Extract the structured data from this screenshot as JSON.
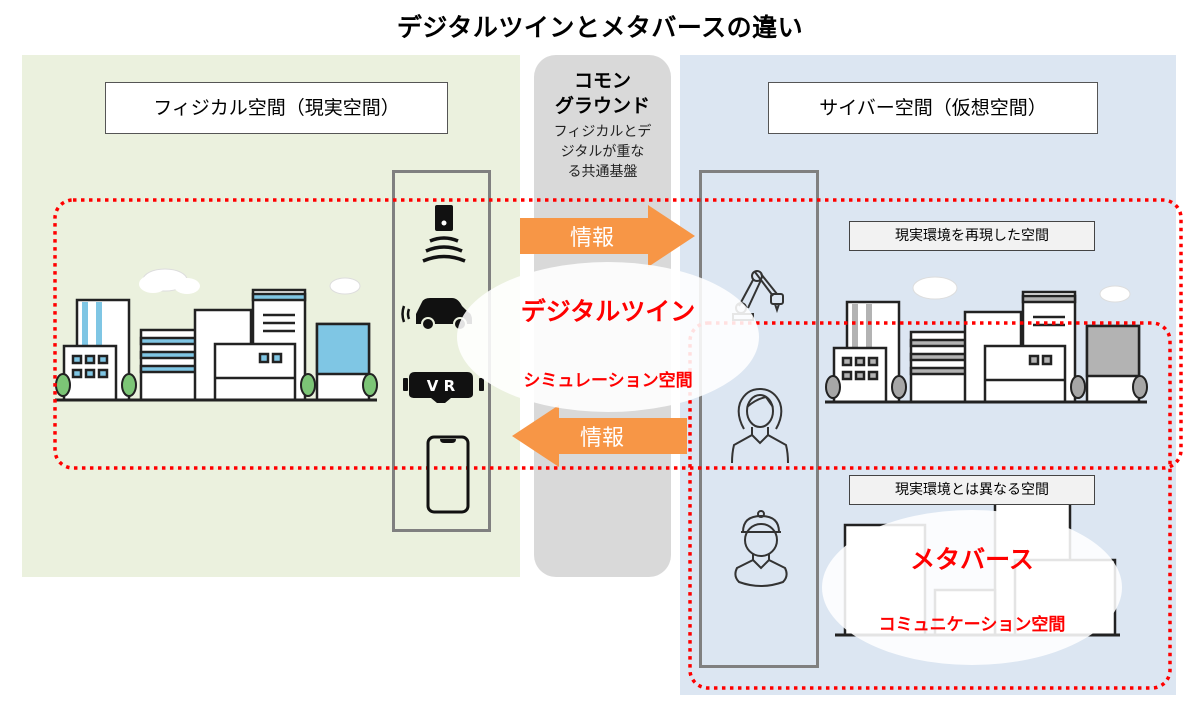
{
  "title": "デジタルツインとメタバースの違い",
  "physical": {
    "label": "フィジカル空間（現実空間）",
    "devices": [
      "sensor-icon",
      "connected-car-icon",
      "vr-headset-icon",
      "smartphone-icon"
    ]
  },
  "common_ground": {
    "heading_line1": "コモン",
    "heading_line2": "グラウンド",
    "desc_line1": "フィジカルとデ",
    "desc_line2": "ジタルが重な",
    "desc_line3": "る共通基盤"
  },
  "cyber": {
    "label": "サイバー空間（仮想空間）",
    "devices": [
      "robot-arm-icon",
      "woman-avatar-icon",
      "man-avatar-icon"
    ],
    "reproduced_label": "現実環境を再現した空間",
    "different_label": "現実環境とは異なる空間"
  },
  "arrows": {
    "to_cyber": "情報",
    "to_physical": "情報"
  },
  "digital_twin": {
    "title": "デジタルツイン",
    "subtitle": "シミュレーション空間"
  },
  "metaverse": {
    "title": "メタバース",
    "subtitle": "コミュニケーション空間"
  },
  "colors": {
    "physical_bg": "#ebf1de",
    "cyber_bg": "#dce6f2",
    "common_bg": "#d9d9d9",
    "arrow": "#f79646",
    "highlight_red": "#ff0000",
    "building_accent_physical": "#7fc6e4",
    "building_accent_cyber": "#b3b3b3",
    "tree_physical": "#7cc576",
    "tree_cyber": "#a6a6a6"
  }
}
